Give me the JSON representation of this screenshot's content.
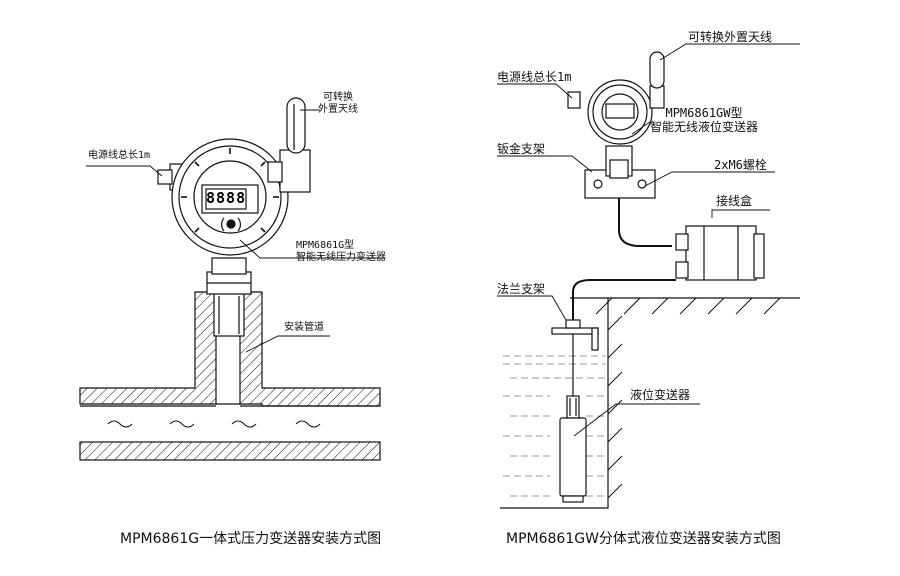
{
  "left": {
    "labels": {
      "antenna": [
        "可转换",
        "外置天线"
      ],
      "power": "电源线总长1m",
      "model": [
        "MPM6861G型",
        "智能无线压力变送器"
      ],
      "pipe": "安装管道"
    },
    "display": "8888",
    "caption": "MPM6861G一体式压力变送器安装方式图"
  },
  "right": {
    "labels": {
      "antenna": "可转换外置天线",
      "power": "电源线总长1m",
      "model": [
        "MPM6861GW型",
        "智能无线液位变送器"
      ],
      "sheet_bracket": "钣金支架",
      "bolt": "2xM6螺栓",
      "junction": "接线盒",
      "flange": "法兰支架",
      "level": "液位变送器"
    },
    "caption": "MPM6861GW分体式液位变送器安装方式图"
  },
  "colors": {
    "line": "#111111",
    "water": "#9a9a9a",
    "bg": "#ffffff"
  }
}
